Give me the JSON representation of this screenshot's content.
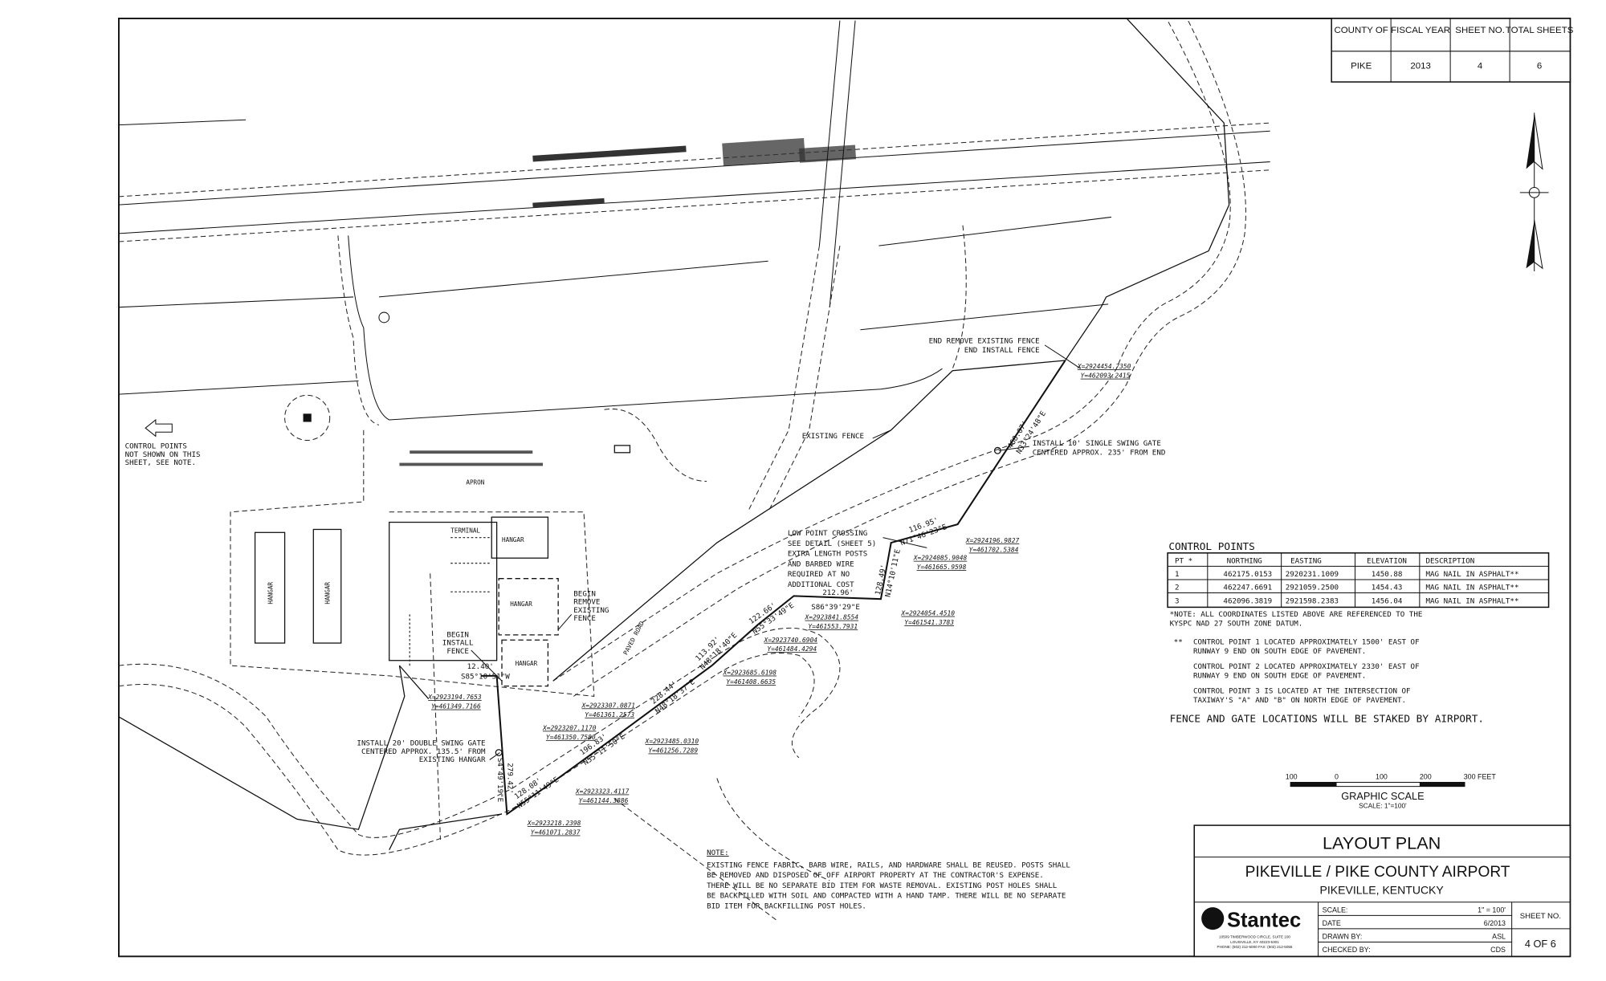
{
  "header_table": {
    "headers": [
      "COUNTY OF",
      "FISCAL YEAR",
      "SHEET NO.",
      "TOTAL SHEETS"
    ],
    "values": [
      "PIKE",
      "2013",
      "4",
      "6"
    ]
  },
  "map_labels": {
    "control_points_note": [
      "CONTROL POINTS",
      "NOT SHOWN ON THIS",
      "SHEET, SEE NOTE."
    ],
    "apron": "APRON",
    "terminal": "TERMINAL",
    "hangar": "HANGAR",
    "paved_road": "PAVED ROAD",
    "existing_fence": "EXISTING FENCE",
    "end_remove": [
      "END REMOVE EXISTING FENCE",
      "END INSTALL FENCE"
    ],
    "gate_10": [
      "INSTALL 10' SINGLE SWING GATE",
      "CENTERED APPROX. 235' FROM END"
    ],
    "low_point": [
      "LOW POINT CROSSING",
      "SEE DETAIL (SHEET 5)",
      "EXTRA LENGTH POSTS",
      "AND BARBED WIRE",
      "REQUIRED AT NO",
      "ADDITIONAL COST"
    ],
    "begin_remove": [
      "BEGIN",
      "REMOVE",
      "EXISTING",
      "FENCE"
    ],
    "begin_install": [
      "BEGIN",
      "INSTALL",
      "FENCE"
    ],
    "gate_20": [
      "INSTALL 20' DOUBLE SWING GATE",
      "CENTERED APPROX. 135.5' FROM",
      "EXISTING HANGAR"
    ]
  },
  "bearings": [
    {
      "dist": "468.07'",
      "bearing": "N33°24'48\"E"
    },
    {
      "dist": "116.95'",
      "bearing": "N71°46'23\"E"
    },
    {
      "dist": "128.49'",
      "bearing": "N14°10'11\"E"
    },
    {
      "dist": "212.96'",
      "bearing": "S86°39'29\"E"
    },
    {
      "dist": "122.66'",
      "bearing": "N55°33'49\"E"
    },
    {
      "dist": "113.92'",
      "bearing": "N48°18'40\"E"
    },
    {
      "dist": "228.44'",
      "bearing": "N48°18'37\"E"
    },
    {
      "dist": "196.83'",
      "bearing": "N55°11'50\"E"
    },
    {
      "dist": "128.08'",
      "bearing": "N55°11'49\"E"
    },
    {
      "dist": "279.42'",
      "bearing": "S4°49'19\"E"
    },
    {
      "dist": "12.40'",
      "bearing": "S85°10'51\"W"
    }
  ],
  "coords": [
    {
      "x": "X=2924454.7350",
      "y": "Y=462093.2415"
    },
    {
      "x": "X=2924196.9827",
      "y": "Y=461702.5384"
    },
    {
      "x": "X=2924085.9048",
      "y": "Y=461665.9598"
    },
    {
      "x": "X=2924054.4510",
      "y": "Y=461541.3783"
    },
    {
      "x": "X=2923841.8554",
      "y": "Y=461553.7931"
    },
    {
      "x": "X=2923740.6904",
      "y": "Y=461484.4294"
    },
    {
      "x": "X=2923685.6198",
      "y": "Y=461408.6635"
    },
    {
      "x": "X=2923307.0871",
      "y": "Y=461361.2573"
    },
    {
      "x": "X=2923194.7653",
      "y": "Y=461349.7166"
    },
    {
      "x": "X=2923207.1170",
      "y": "Y=461350.7580"
    },
    {
      "x": "X=2923485.0310",
      "y": "Y=461256.7289"
    },
    {
      "x": "X=2923323.4117",
      "y": "Y=461144.3886"
    },
    {
      "x": "X=2923218.2398",
      "y": "Y=461071.2837"
    }
  ],
  "control_points": {
    "title": "CONTROL POINTS",
    "headers": [
      "PT *",
      "NORTHING",
      "EASTING",
      "ELEVATION",
      "DESCRIPTION"
    ],
    "rows": [
      [
        "1",
        "462175.0153",
        "2920231.1009",
        "1450.88",
        "MAG NAIL IN ASPHALT**"
      ],
      [
        "2",
        "462247.6691",
        "2921059.2500",
        "1454.43",
        "MAG NAIL IN ASPHALT**"
      ],
      [
        "3",
        "462096.3819",
        "2921598.2383",
        "1456.04",
        "MAG NAIL IN ASPHALT**"
      ]
    ],
    "datum_note": [
      "*NOTE: ALL COORDINATES LISTED ABOVE ARE REFERENCED TO THE",
      "KYSPC NAD 27 SOUTH ZONE DATUM."
    ],
    "marker": "**",
    "notes": [
      [
        "CONTROL POINT 1 LOCATED APPROXIMATELY 1500' EAST OF",
        "RUNWAY 9 END ON SOUTH EDGE OF PAVEMENT."
      ],
      [
        "CONTROL POINT 2 LOCATED APPROXIMATELY 2330' EAST OF",
        "RUNWAY 9 END ON SOUTH EDGE OF PAVEMENT."
      ],
      [
        "CONTROL POINT 3 IS LOCATED AT THE INTERSECTION OF",
        "TAXIWAY'S \"A\" AND \"B\" ON NORTH EDGE OF PAVEMENT."
      ]
    ],
    "staked": "FENCE AND GATE LOCATIONS WILL BE STAKED BY AIRPORT."
  },
  "graphic_scale": {
    "ticks": [
      "100",
      "0",
      "100",
      "200",
      "300 FEET"
    ],
    "title": "GRAPHIC SCALE",
    "scale": "SCALE: 1\"=100'"
  },
  "note": {
    "title": "NOTE:",
    "lines": [
      "EXISTING FENCE FABRIC, BARB WIRE, RAILS, AND HARDWARE SHALL BE REUSED. POSTS SHALL",
      "BE REMOVED AND DISPOSED OF OFF AIRPORT PROPERTY AT THE CONTRACTOR'S EXPENSE.",
      "THERE WILL BE NO SEPARATE BID ITEM FOR WASTE REMOVAL. EXISTING POST HOLES SHALL",
      "BE BACKFILLED WITH SOIL AND COMPACTED WITH A HAND TAMP. THERE WILL BE NO SEPARATE",
      "BID ITEM FOR BACKFILLING POST HOLES."
    ]
  },
  "title_block": {
    "title": "LAYOUT PLAN",
    "project": "PIKEVILLE / PIKE COUNTY AIRPORT",
    "location": "PIKEVILLE, KENTUCKY",
    "company": "Stantec",
    "address": [
      "10509 TIMBERWOOD CIRCLE, SUITE 100",
      "LOUISVILLE, KY 40223-5301",
      "PHONE: (502) 212-5000   FAX: (502) 212-5055"
    ],
    "fields": [
      {
        "label": "SCALE:",
        "value": "1\" = 100'"
      },
      {
        "label": "DATE",
        "value": "6/2013"
      },
      {
        "label": "DRAWN BY:",
        "value": "ASL"
      },
      {
        "label": "CHECKED BY:",
        "value": "CDS"
      }
    ],
    "sheet_label": "SHEET NO.",
    "sheet_value": "4 OF 6"
  }
}
